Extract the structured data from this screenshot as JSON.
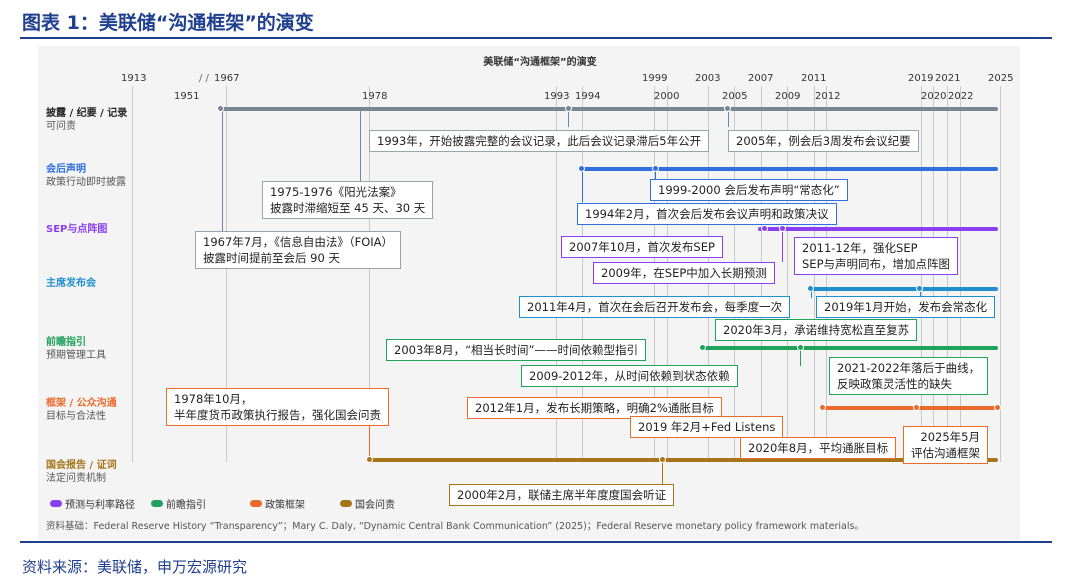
{
  "figure_title": "图表 1：美联储“沟通框架”的演变",
  "chart_title": "美联储“沟通框架”的演变",
  "axis_years_top": [
    "1913",
    "1967",
    "1999",
    "2003",
    "2007",
    "2011",
    "2019",
    "2021",
    "2025"
  ],
  "axis_years_bottom": [
    "1951",
    "1978",
    "1993",
    "1994",
    "2000",
    "2005",
    "2009",
    "2012",
    "2020",
    "2022"
  ],
  "rows": [
    {
      "name": "披露 / 纪要 / 记录",
      "sub": "可问责",
      "color": "#7a8594"
    },
    {
      "name": "会后声明",
      "sub": "政策行动即时披露",
      "color": "#2f6fde"
    },
    {
      "name": "SEP与点阵图",
      "sub": "",
      "color": "#8a3ff0"
    },
    {
      "name": "主席发布会",
      "sub": "",
      "color": "#1f8fd0"
    },
    {
      "name": "前瞻指引",
      "sub": "预期管理工具",
      "color": "#1fa25a"
    },
    {
      "name": "框架 / 公众沟通",
      "sub": "目标与合法性",
      "color": "#ec6a2a"
    },
    {
      "name": "国会报告 / 证词",
      "sub": "法定问责机制",
      "color": "#a8741a"
    }
  ],
  "annotations": [
    "1993年，开始披露完整的会议记录，此后会议记录滞后5年公开",
    "2005年，例会后3周发布会议纪要",
    "1975-1976《阳光法案》",
    "披露时滞缩短至 45 天、30 天",
    "1999-2000 会后发布声明“常态化”",
    "1994年2月，首次会后发布会议声明和政策决议",
    "1967年7月，《信息自由法》（FOIA）",
    "披露时间提前至会后 90 天",
    "2007年10月，首次发布SEP",
    "2011-12年，强化SEP",
    "SEP与声明同布，增加点阵图",
    "2009年，在SEP中加入长期预测",
    "2011年4月，首次在会后召开发布会，每季度一次",
    "2019年1月开始，发布会常态化",
    "2020年3月，承诺维持宽松直至复苏",
    "2003年8月，“相当长时间”——时间依赖型指引",
    "2009-2012年，从时间依赖到状态依赖",
    "2021-2022年落后于曲线，",
    "反映政策灵活性的缺失",
    "1978年10月，",
    "半年度货币政策执行报告，强化国会问责",
    "2012年1月，发布长期策略，明确2%通胀目标",
    "2019 年2月+Fed Listens",
    "2020年8月，平均通胀目标",
    "2025年5月",
    "评估沟通框架",
    "2000年2月，联储主席半年度度国会听证"
  ],
  "legend": [
    {
      "label": "预测与利率路径",
      "color": "#8a3ff0"
    },
    {
      "label": "前瞻指引",
      "color": "#1fa25a"
    },
    {
      "label": "政策框架",
      "color": "#ec6a2a"
    },
    {
      "label": "国会问责",
      "color": "#a8741a"
    }
  ],
  "source_note": "资料基础：Federal Reserve History “Transparency”；Mary C. Daly, “Dynamic Central Bank Communication” (2025)；Federal Reserve monetary policy framework materials。",
  "footer": "资料来源：美联储，申万宏源研究"
}
